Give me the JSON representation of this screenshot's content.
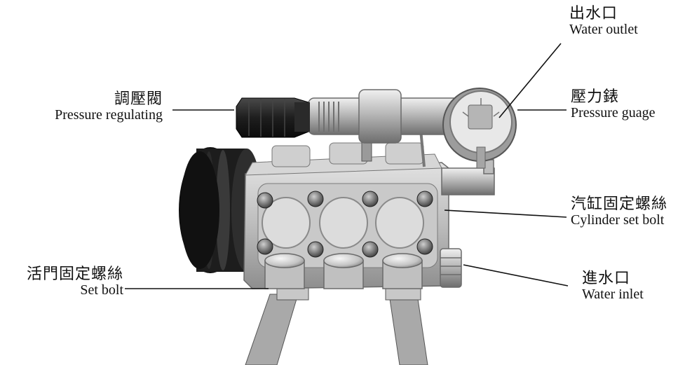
{
  "labels": {
    "water_outlet": {
      "zh": "出水口",
      "en": "Water outlet"
    },
    "pressure_gauge": {
      "zh": "壓力錶",
      "en": "Pressure guage"
    },
    "pressure_regulating": {
      "zh": "調壓閥",
      "en": "Pressure regulating"
    },
    "cylinder_set_bolt": {
      "zh": "汽缸固定螺絲",
      "en": "Cylinder set bolt"
    },
    "set_bolt": {
      "zh": "活門固定螺絲",
      "en": "Set bolt"
    },
    "water_inlet": {
      "zh": "進水口",
      "en": "Water inlet"
    }
  },
  "colors": {
    "metal": "#bdbdbd",
    "metal_dark": "#7a7a7a",
    "pulley": "#1a1a1a",
    "line": "#111111"
  }
}
